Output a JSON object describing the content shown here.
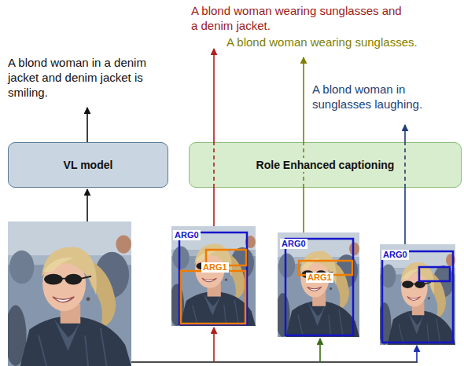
{
  "diagram": {
    "nodes": [
      {
        "text": [
          "VL model"
        ]
      },
      {
        "text": [
          "Role Enhanced captioning"
        ]
      }
    ],
    "labels": [
      "A blond woman wearing sunglasses and a denim jacket.",
      "A blond woman wearing sunglasses.",
      "A blond woman in a denim jacket and denim jacket is smiling.",
      "A blond woman in sunglasses laughing.",
      "ARG0",
      "ARG1",
      "ARG0",
      "ARG1",
      "ARG0"
    ]
  }
}
